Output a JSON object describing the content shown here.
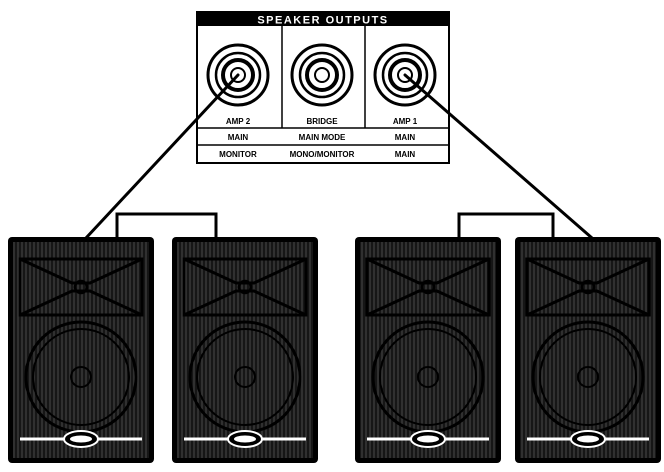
{
  "panel": {
    "title": "SPEAKER OUTPUTS",
    "jacks": [
      {
        "id": "amp2",
        "label": "AMP 2"
      },
      {
        "id": "bridge",
        "label": "BRIDGE"
      },
      {
        "id": "amp1",
        "label": "AMP 1"
      }
    ],
    "mode_rows": [
      [
        "MAIN",
        "MAIN MODE",
        "MAIN"
      ],
      [
        "MONITOR",
        "MONO/MONITOR",
        "MAIN"
      ]
    ]
  },
  "speakers": [
    {
      "id": "speaker-1"
    },
    {
      "id": "speaker-2"
    },
    {
      "id": "speaker-3"
    },
    {
      "id": "speaker-4"
    }
  ],
  "colors": {
    "ink": "#000000",
    "cabinet": "#161616",
    "paper": "#ffffff",
    "grille_line": "#4a4a4a"
  }
}
